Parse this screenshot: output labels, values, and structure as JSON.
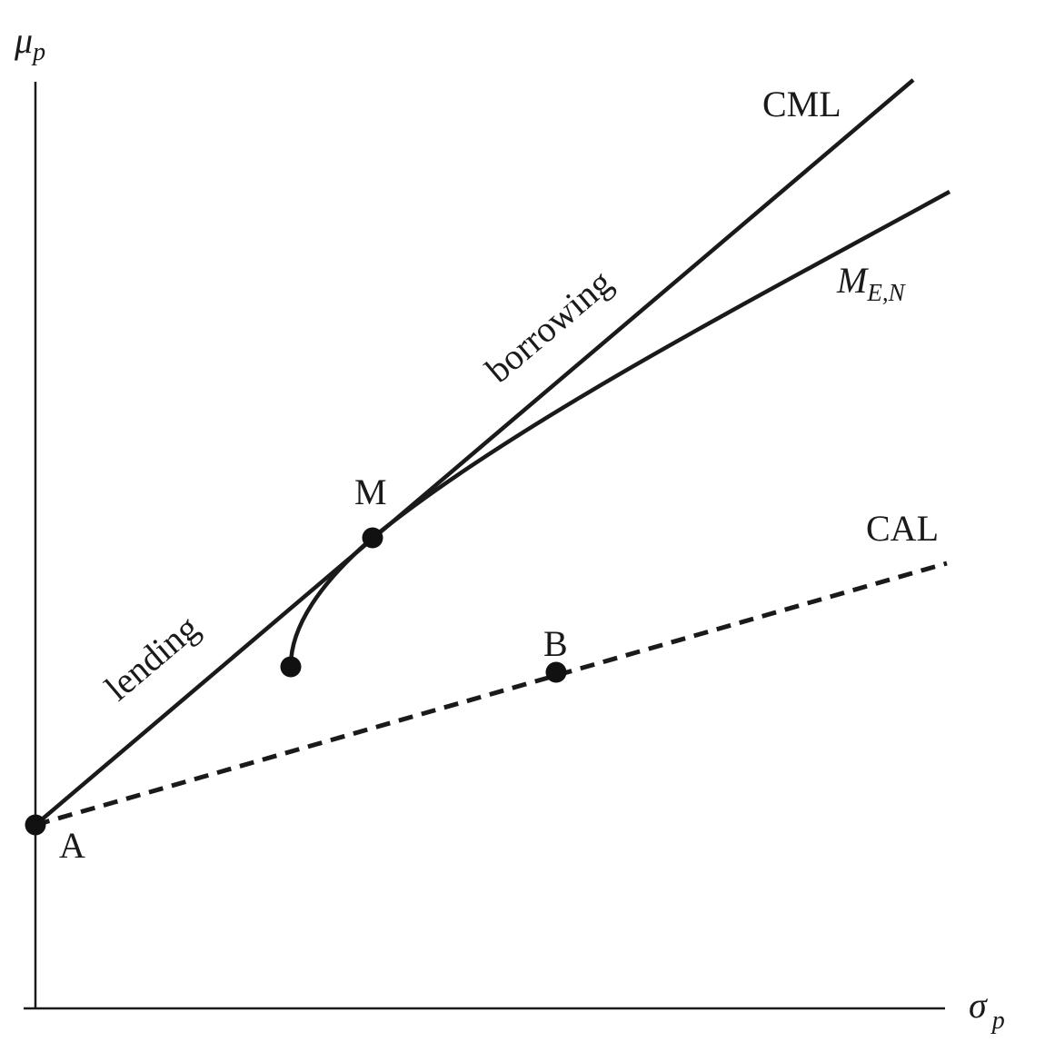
{
  "axes": {
    "y_symbol": "μ",
    "y_subscript": "p",
    "x_symbol": "σ",
    "x_subscript": "p"
  },
  "lines": {
    "cml_label": "CML",
    "frontier_symbol": "M",
    "frontier_subscript": "E,N",
    "cal_label": "CAL",
    "lending_label": "lending",
    "borrowing_label": "borrowing"
  },
  "points": {
    "a_label": "A",
    "b_label": "B",
    "m_label": "M"
  },
  "colors": {
    "ink": "#1a1a1a"
  }
}
